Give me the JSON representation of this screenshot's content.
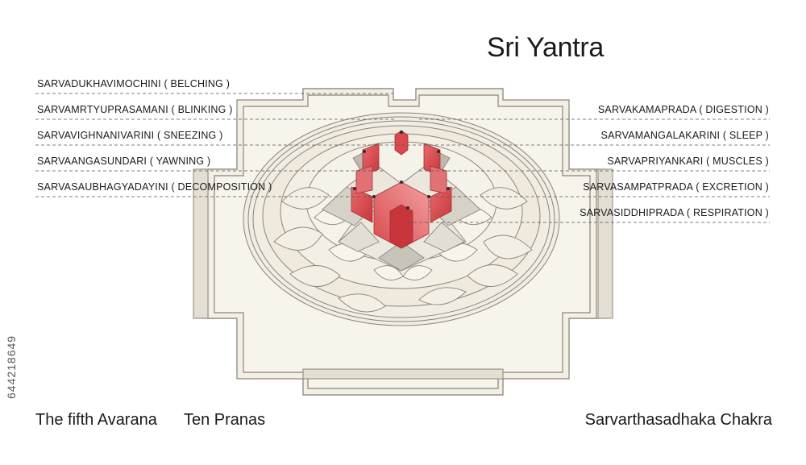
{
  "title": "Sri Yantra",
  "left_labels": [
    "SARVADUKHAVIMOCHINI  ( BELCHING )",
    "SARVAMRTYUPRASAMANI  ( BLINKING )",
    "SARVAVIGHNANIVARINI  ( SNEEZING )",
    "SARVAANGASUNDARI  ( YAWNING )",
    "SARVASAUBHAGYADAYINI  ( DECOMPOSITION )"
  ],
  "right_labels": [
    "SARVAKAMAPRADA  ( DIGESTION )",
    "SARVAMANGALAKARINI  ( SLEEP )",
    "SARVAPRIYANKARI  ( MUSCLES )",
    "SARVASAMPATPRADA  ( EXCRETION )",
    "SARVASIDDHIPRADA  ( RESPIRATION )"
  ],
  "captions": {
    "left_a": "The fifth Avarana",
    "left_b": "Ten Pranas",
    "right": "Sarvarthasadhaka Chakra"
  },
  "stock_id": "644218649",
  "colors": {
    "base": "#f3efe4",
    "outline": "#8a857a",
    "highlight_red": "#d8474b",
    "shade_gray": "#b9b5ad"
  }
}
